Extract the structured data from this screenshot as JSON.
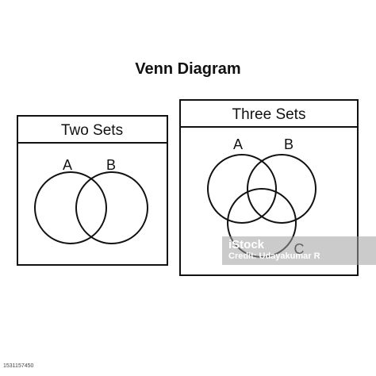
{
  "title": "Venn Diagram",
  "two_sets": {
    "panel_title": "Two Sets",
    "labels": [
      "A",
      "B"
    ]
  },
  "three_sets": {
    "panel_title": "Three Sets",
    "labels": [
      "A",
      "B",
      "C"
    ]
  },
  "watermark": {
    "brand": "iStock",
    "credit": "Credit: Udayakumar R"
  },
  "stock_id": "1531157450",
  "colors": {
    "stroke": "#111111",
    "background": "#ffffff"
  }
}
